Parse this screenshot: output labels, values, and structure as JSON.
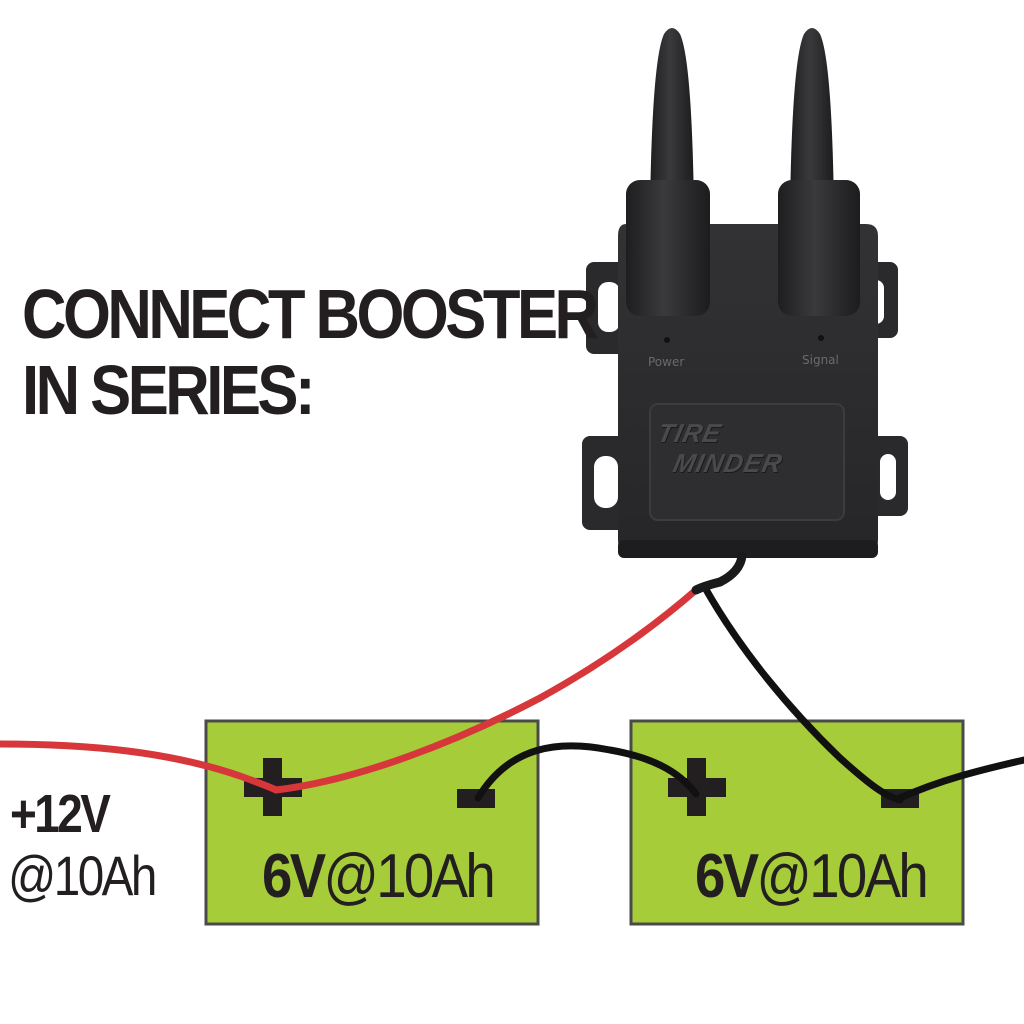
{
  "headline": {
    "line1": "CONNECT BOOSTER",
    "line2": "IN SERIES:"
  },
  "output": {
    "voltage": "+12V",
    "capacity": "@10Ah"
  },
  "batteries": [
    {
      "voltage": "6V",
      "capacity": "@10Ah",
      "plus": "+",
      "minus": "-"
    },
    {
      "voltage": "6V",
      "capacity": "@10Ah",
      "plus": "+",
      "minus": "-"
    }
  ],
  "device": {
    "brand_line1": "TIRE",
    "brand_line2": "MINDER",
    "led_power": "Power",
    "led_signal": "Signal"
  },
  "colors": {
    "battery_fill": "#a6cd39",
    "battery_border": "#4a4a4a",
    "terminal": "#231f20",
    "wire_positive": "#d7373a",
    "wire_negative": "#111111",
    "device_body": "#2b2b2d",
    "text": "#231f20"
  }
}
